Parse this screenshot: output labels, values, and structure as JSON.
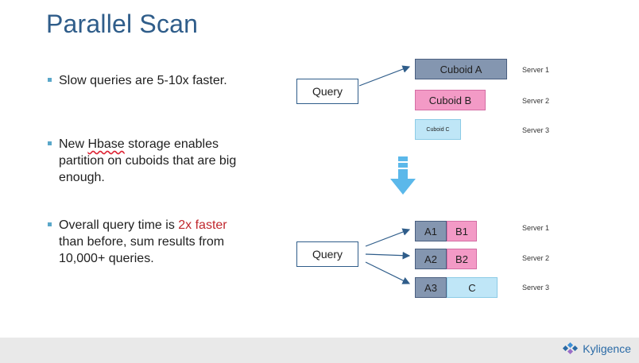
{
  "title": "Parallel Scan",
  "bullets": [
    {
      "text": "Slow queries are 5-10x faster."
    },
    {
      "pre": "New ",
      "squig": "Hbase",
      "post": " storage enables partition on cuboids that are big enough."
    },
    {
      "pre": "Overall query time is ",
      "red": "2x faster",
      "post": " than before, sum results from 10,000+ queries."
    }
  ],
  "diagram": {
    "query_label": "Query",
    "cuboids": [
      "Cuboid A",
      "Cuboid B",
      "Cuboid C"
    ],
    "servers": [
      "Server 1",
      "Server 2",
      "Server 3"
    ],
    "split": [
      [
        "A1",
        "B1"
      ],
      [
        "A2",
        "B2"
      ],
      [
        "A3",
        "C"
      ]
    ],
    "colors": {
      "a": "#8496b0",
      "b": "#f39ac6",
      "c": "#bfe6f7",
      "arrow": "#5bb8ea"
    }
  },
  "footer": {
    "brand": "Kyligence"
  }
}
